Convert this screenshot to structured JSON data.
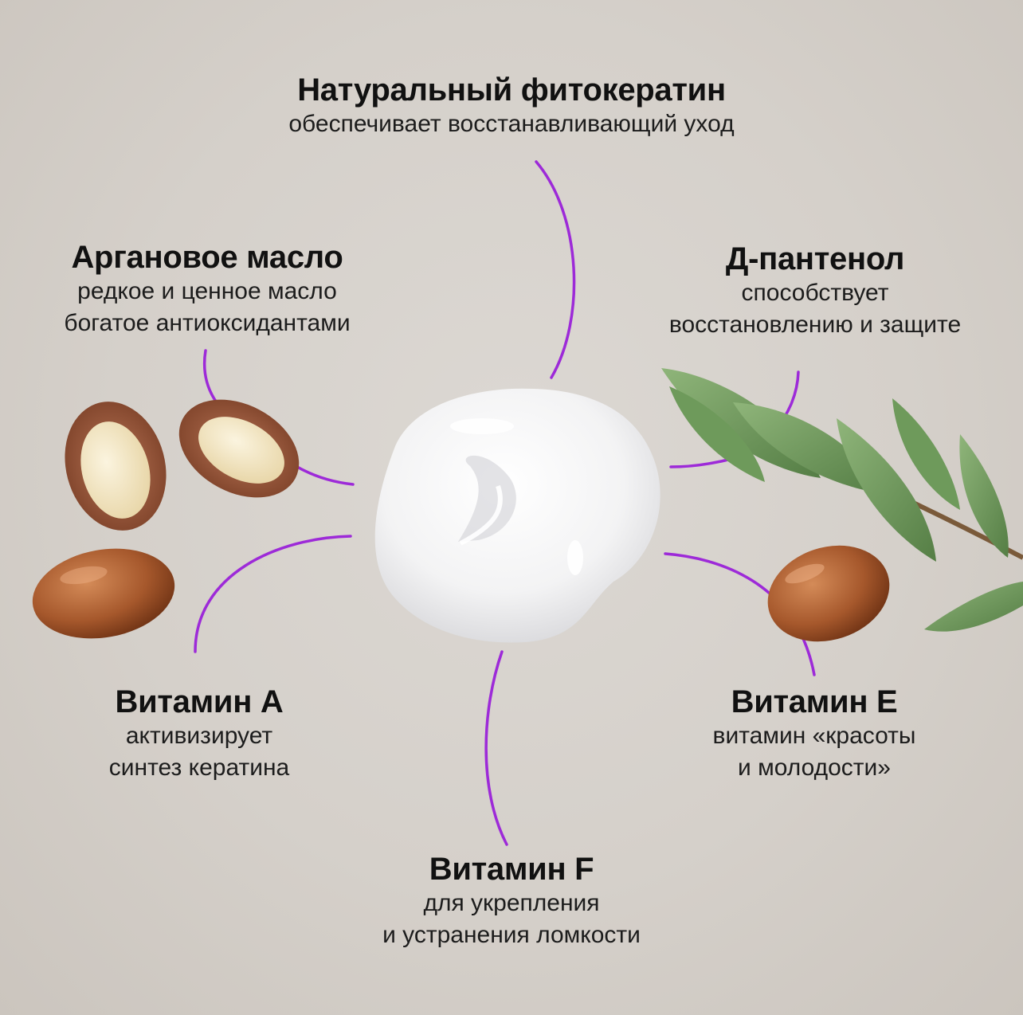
{
  "colors": {
    "background": "#d6d1cb",
    "connector": "#9d2ad8",
    "text": "#111111"
  },
  "ingredients": {
    "phytokeratin": {
      "title": "Натуральный фитокератин",
      "desc": [
        "обеспечивает восстанавливающий уход"
      ]
    },
    "argan_oil": {
      "title": "Аргановое масло",
      "desc": [
        "редкое и ценное масло",
        "богатое антиоксидантами"
      ]
    },
    "panthenol": {
      "title": "Д-пантенол",
      "desc": [
        "способствует",
        "восстановлению и защите"
      ]
    },
    "vitamin_a": {
      "title": "Витамин А",
      "desc": [
        "активизирует",
        "синтез кератина"
      ]
    },
    "vitamin_e": {
      "title": "Витамин Е",
      "desc": [
        "витамин «красоты",
        "и молодости»"
      ]
    },
    "vitamin_f": {
      "title": "Витамин F",
      "desc": [
        "для укрепления",
        "и устранения ломкости"
      ]
    }
  },
  "images": {
    "center": "cream-swatch",
    "left": "argan-nuts",
    "right": "argan-branch-with-nut"
  }
}
